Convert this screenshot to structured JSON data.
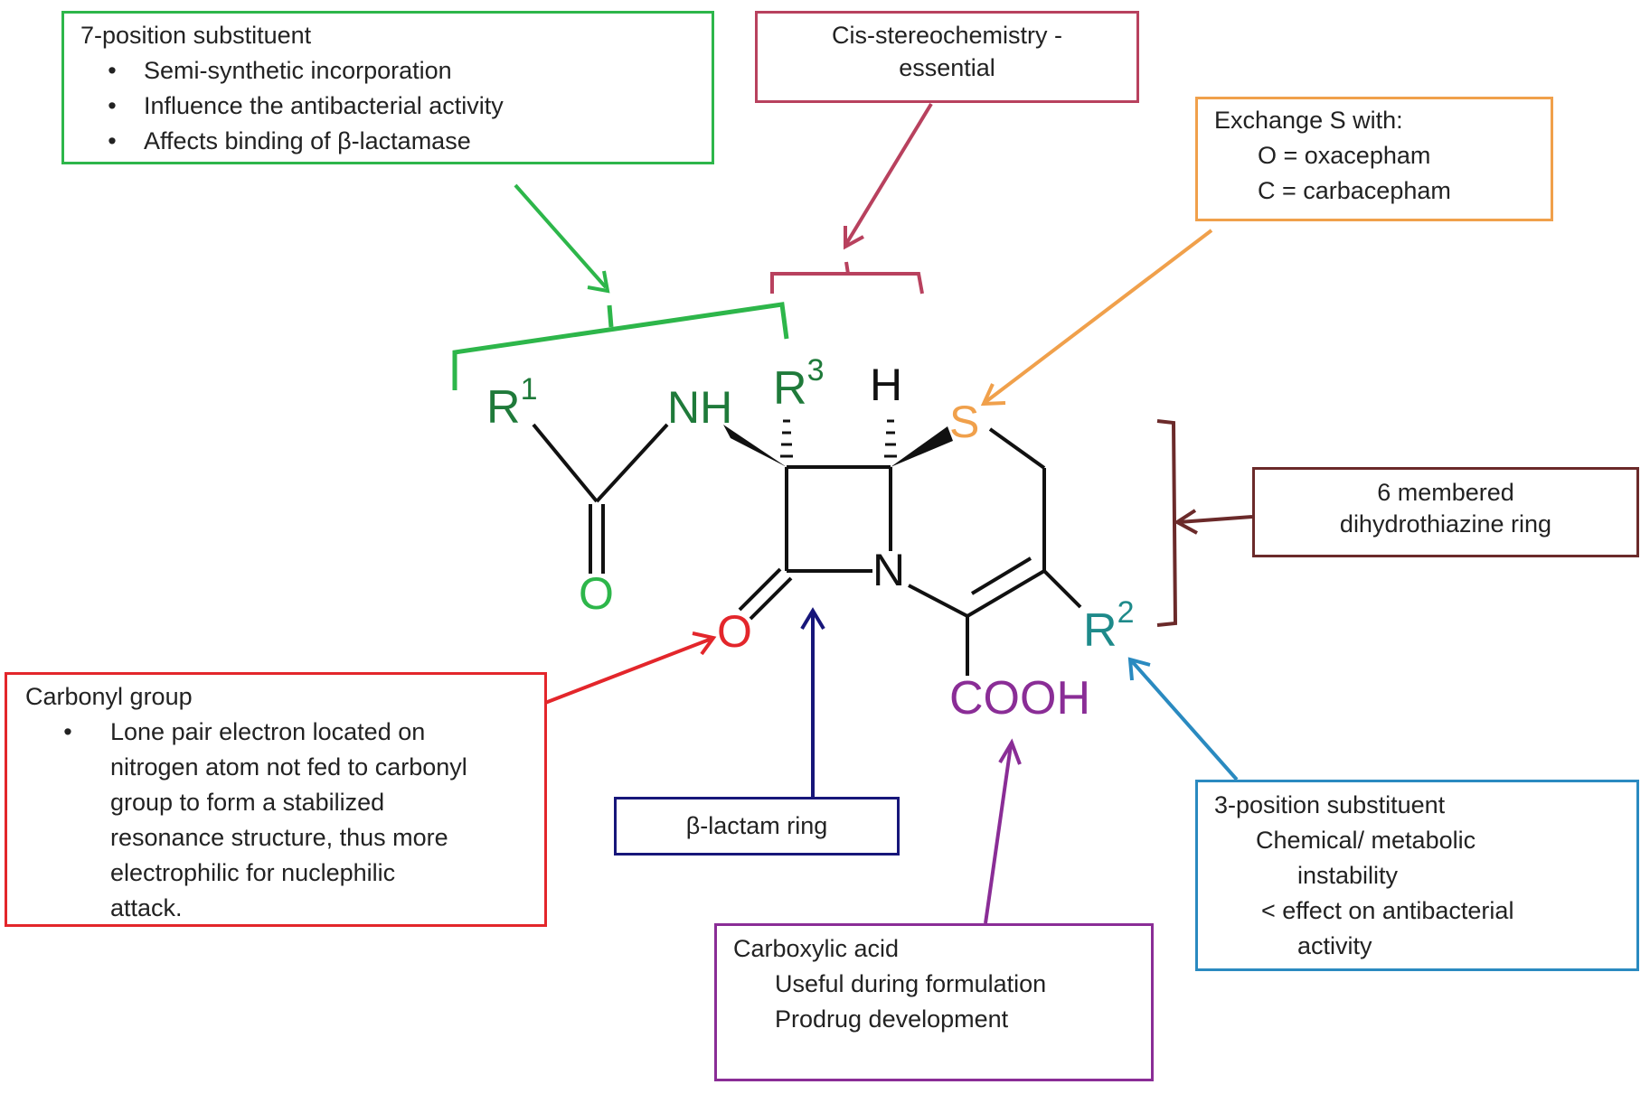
{
  "colors": {
    "green": "#2db64a",
    "dark_green": "#1f7a3a",
    "crimson": "#b8415e",
    "orange": "#f0a04b",
    "maroon": "#6b2a2a",
    "red": "#e3262b",
    "navy": "#17167a",
    "purple": "#8a2d96",
    "blue": "#2a8ac0",
    "teal": "#1e8a8a",
    "black": "#111111"
  },
  "boxes": {
    "seven_position": {
      "title": "7-position substituent",
      "bullet": "•",
      "items": [
        "Semi-synthetic  incorporation",
        "Influence  the antibacterial activity",
        "Affects binding of β-lactamase"
      ]
    },
    "cis": {
      "line1": "Cis-stereochemistry  -",
      "line2": "essential"
    },
    "exchange": {
      "title": "Exchange  S with:",
      "items": [
        "O = oxacepham",
        "C = carbacepham"
      ]
    },
    "six_membered": {
      "line1": "6 membered",
      "line2": "dihydrothiazine  ring"
    },
    "carbonyl": {
      "title": "Carbonyl group",
      "bullet": "•",
      "lines": [
        "Lone pair electron located on",
        "nitrogen atom not fed to carbonyl",
        "group to form a stabilized",
        "resonance structure,  thus  more",
        "electrophilic for nuclephilic",
        "attack."
      ]
    },
    "beta_lactam": {
      "label": "β-lactam ring"
    },
    "carboxylic": {
      "title": "Carboxylic acid",
      "items": [
        "Useful  during formulation",
        "Prodrug  development"
      ]
    },
    "three_position": {
      "title": "3-position substituent",
      "lines": [
        "Chemical/ metabolic",
        "instability",
        "< effect  on antibacterial",
        "activity"
      ]
    }
  },
  "molecule": {
    "r1": "R",
    "r1_sup": "1",
    "nh": "NH",
    "r3": "R",
    "r3_sup": "3",
    "h": "H",
    "s": "S",
    "n": "N",
    "o_amide": "O",
    "o_lactam": "O",
    "r2": "R",
    "r2_sup": "2",
    "cooh": "COOH"
  }
}
